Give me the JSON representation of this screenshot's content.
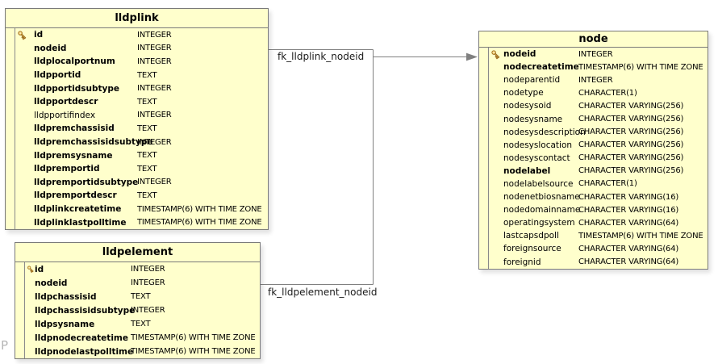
{
  "diagram": {
    "watermark": "P",
    "colors": {
      "entity_fill": "#FFFFCC",
      "entity_border": "#7A7A7A",
      "connector": "#808080",
      "key_gold": "#EDC868",
      "text": "#000000"
    },
    "entities": [
      {
        "name": "lldplink",
        "columns": [
          {
            "name": "id",
            "type": "INTEGER",
            "key": true,
            "bold": true
          },
          {
            "name": "nodeid",
            "type": "INTEGER",
            "key": false,
            "bold": true
          },
          {
            "name": "lldplocalportnum",
            "type": "INTEGER",
            "key": false,
            "bold": true
          },
          {
            "name": "lldpportid",
            "type": "TEXT",
            "key": false,
            "bold": true
          },
          {
            "name": "lldpportidsubtype",
            "type": "INTEGER",
            "key": false,
            "bold": true
          },
          {
            "name": "lldpportdescr",
            "type": "TEXT",
            "key": false,
            "bold": true
          },
          {
            "name": "lldpportifindex",
            "type": "INTEGER",
            "key": false,
            "bold": false
          },
          {
            "name": "lldpremchassisid",
            "type": "TEXT",
            "key": false,
            "bold": true
          },
          {
            "name": "lldpremchassisidsubtype",
            "type": "INTEGER",
            "key": false,
            "bold": true
          },
          {
            "name": "lldpremsysname",
            "type": "TEXT",
            "key": false,
            "bold": true
          },
          {
            "name": "lldpremportid",
            "type": "TEXT",
            "key": false,
            "bold": true
          },
          {
            "name": "lldpremportidsubtype",
            "type": "INTEGER",
            "key": false,
            "bold": true
          },
          {
            "name": "lldpremportdescr",
            "type": "TEXT",
            "key": false,
            "bold": true
          },
          {
            "name": "lldplinkcreatetime",
            "type": "TIMESTAMP(6) WITH TIME ZONE",
            "key": false,
            "bold": true
          },
          {
            "name": "lldplinklastpolltime",
            "type": "TIMESTAMP(6) WITH TIME ZONE",
            "key": false,
            "bold": true
          }
        ]
      },
      {
        "name": "lldpelement",
        "columns": [
          {
            "name": "id",
            "type": "INTEGER",
            "key": true,
            "bold": true
          },
          {
            "name": "nodeid",
            "type": "INTEGER",
            "key": false,
            "bold": true
          },
          {
            "name": "lldpchassisid",
            "type": "TEXT",
            "key": false,
            "bold": true
          },
          {
            "name": "lldpchassisidsubtype",
            "type": "INTEGER",
            "key": false,
            "bold": true
          },
          {
            "name": "lldpsysname",
            "type": "TEXT",
            "key": false,
            "bold": true
          },
          {
            "name": "lldpnodecreatetime",
            "type": "TIMESTAMP(6) WITH TIME ZONE",
            "key": false,
            "bold": true
          },
          {
            "name": "lldpnodelastpolltime",
            "type": "TIMESTAMP(6) WITH TIME ZONE",
            "key": false,
            "bold": true
          }
        ]
      },
      {
        "name": "node",
        "columns": [
          {
            "name": "nodeid",
            "type": "INTEGER",
            "key": true,
            "bold": true
          },
          {
            "name": "nodecreatetime",
            "type": "TIMESTAMP(6) WITH TIME ZONE",
            "key": false,
            "bold": true
          },
          {
            "name": "nodeparentid",
            "type": "INTEGER",
            "key": false,
            "bold": false
          },
          {
            "name": "nodetype",
            "type": "CHARACTER(1)",
            "key": false,
            "bold": false
          },
          {
            "name": "nodesysoid",
            "type": "CHARACTER VARYING(256)",
            "key": false,
            "bold": false
          },
          {
            "name": "nodesysname",
            "type": "CHARACTER VARYING(256)",
            "key": false,
            "bold": false
          },
          {
            "name": "nodesysdescription",
            "type": "CHARACTER VARYING(256)",
            "key": false,
            "bold": false
          },
          {
            "name": "nodesyslocation",
            "type": "CHARACTER VARYING(256)",
            "key": false,
            "bold": false
          },
          {
            "name": "nodesyscontact",
            "type": "CHARACTER VARYING(256)",
            "key": false,
            "bold": false
          },
          {
            "name": "nodelabel",
            "type": "CHARACTER VARYING(256)",
            "key": false,
            "bold": true
          },
          {
            "name": "nodelabelsource",
            "type": "CHARACTER(1)",
            "key": false,
            "bold": false
          },
          {
            "name": "nodenetbiosname",
            "type": "CHARACTER VARYING(16)",
            "key": false,
            "bold": false
          },
          {
            "name": "nodedomainname",
            "type": "CHARACTER VARYING(16)",
            "key": false,
            "bold": false
          },
          {
            "name": "operatingsystem",
            "type": "CHARACTER VARYING(64)",
            "key": false,
            "bold": false
          },
          {
            "name": "lastcapsdpoll",
            "type": "TIMESTAMP(6) WITH TIME ZONE",
            "key": false,
            "bold": false
          },
          {
            "name": "foreignsource",
            "type": "CHARACTER VARYING(64)",
            "key": false,
            "bold": false
          },
          {
            "name": "foreignid",
            "type": "CHARACTER VARYING(64)",
            "key": false,
            "bold": false
          }
        ]
      }
    ],
    "relationships": [
      {
        "label": "fk_lldplink_nodeid",
        "from": "lldplink.nodeid",
        "to": "node.nodeid"
      },
      {
        "label": "fk_lldpelement_nodeid",
        "from": "lldpelement.nodeid",
        "to": "node.nodeid"
      }
    ]
  }
}
